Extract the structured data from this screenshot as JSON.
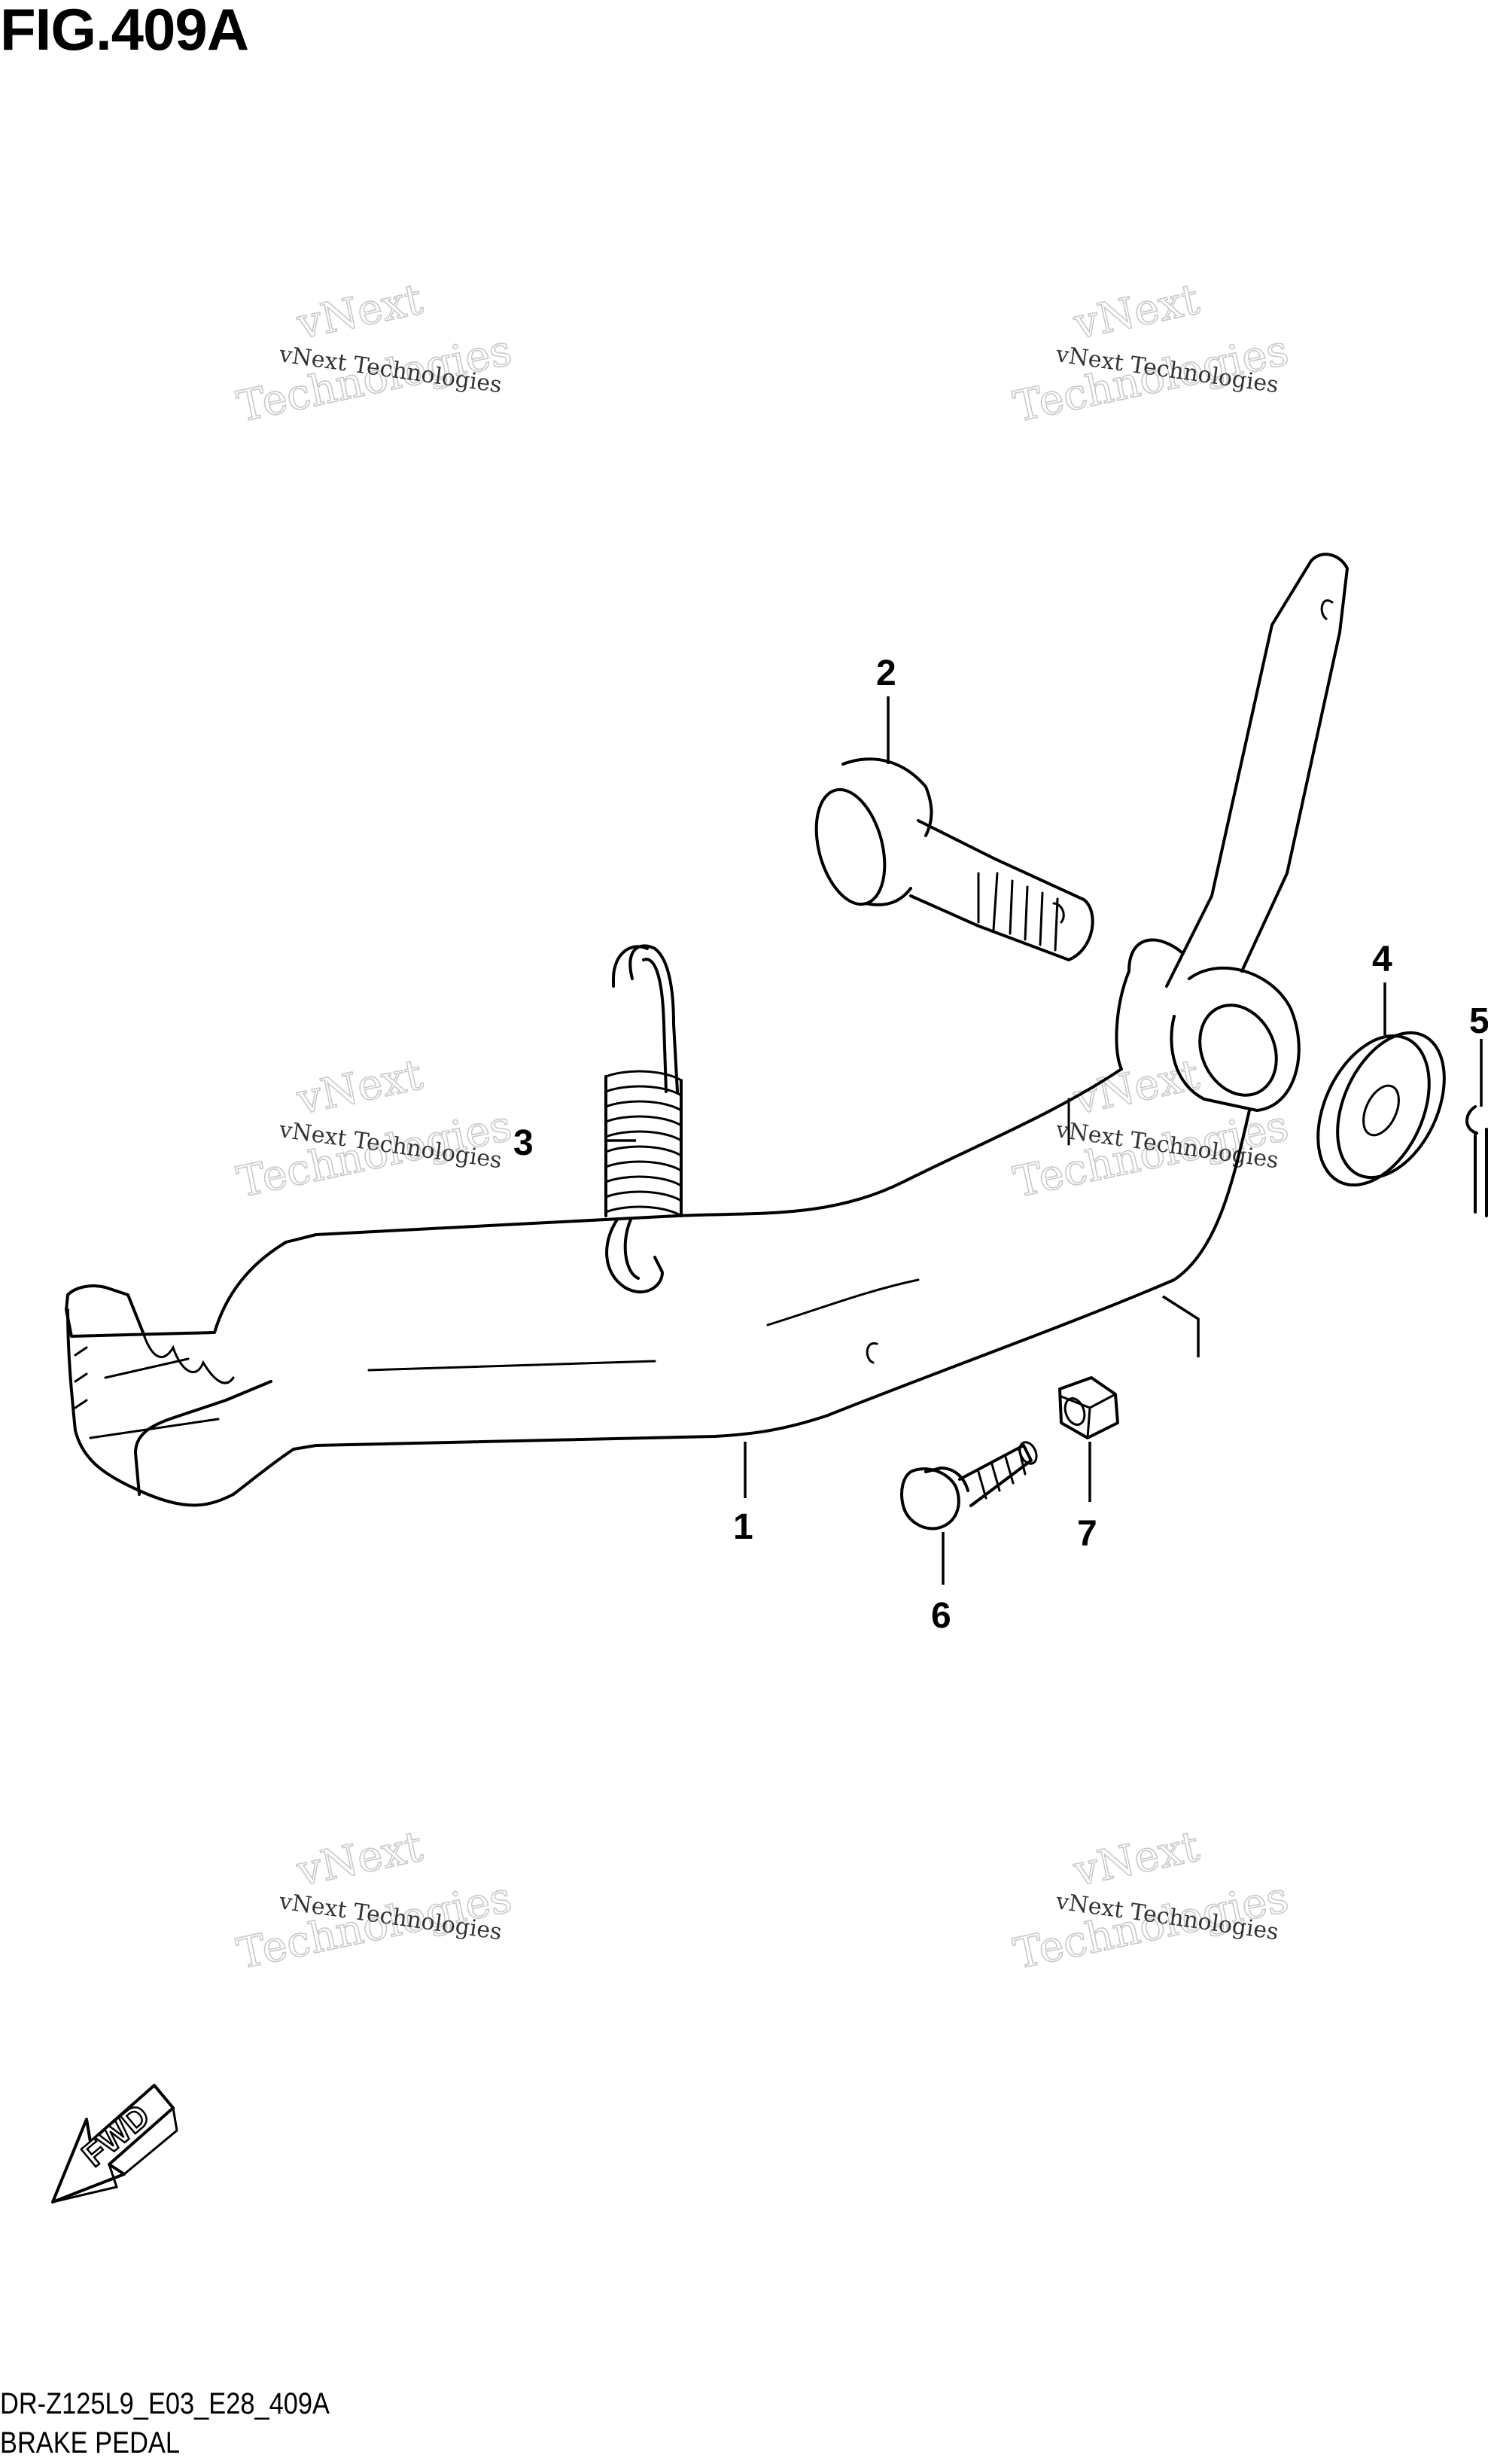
{
  "figure": {
    "title": "FIG.409A",
    "model_code": "DR-Z125L9_E03_E28_409A",
    "section_name": "BRAKE PEDAL"
  },
  "callouts": [
    "1",
    "2",
    "3",
    "4",
    "5",
    "6",
    "7"
  ],
  "fwd_arrow": {
    "label": "FWD"
  },
  "watermarks": {
    "small_text": "vNext Technologies",
    "big_line1": "vNext",
    "big_line2": "Technologies"
  }
}
